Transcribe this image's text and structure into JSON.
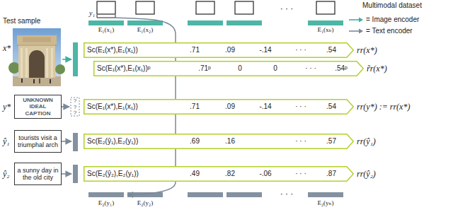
{
  "diagram": {
    "nodes": [
      {
        "text": [
          "Sᴄ(E₁(x*),E₁(x₁))",
          ".71",
          ".09",
          "-.14",
          "· · ·",
          ".54"
        ]
      },
      {
        "text": [
          "Sᴄ(E₁(x*),E₁(x₁))ᵖ",
          ".71ᵖ",
          "0",
          "0",
          "· · ·",
          ".54ᵖ"
        ]
      },
      {
        "text": [
          "UNKNOWN IDEAL CAPTION"
        ]
      },
      {
        "text": [
          "Sᴄ(E₁(x*),E₁(x₁))",
          ".71",
          ".09",
          "-.14",
          "· · ·",
          ".54"
        ]
      },
      {
        "text": [
          "tourists visit a triumphal arch"
        ]
      },
      {
        "text": [
          "Sᴄ(E₂(ŷ₁),E₂(y₁))",
          ".69",
          ".16",
          "· · ·",
          ".57"
        ]
      },
      {
        "text": [
          "a sunny day in the old city"
        ]
      },
      {
        "text": [
          "Sᴄ(E₂(ŷ₂),E₂(y₁))",
          ".49",
          ".82",
          "-.06",
          "· · ·",
          ".87"
        ]
      }
    ],
    "labels": [
      "Multimodal dataset",
      "y₁",
      "E₁(x₁)",
      "E₁(x₂)",
      "· · ·",
      "E₁(xₙ)",
      "Test sample",
      "x*",
      "y*",
      "?",
      "?",
      "?",
      "ŷ₁",
      "ŷ₂",
      "rr(x*)",
      "r̃r(x*)",
      "rr(y*) := rr(x*)",
      "rr(ŷ₁)",
      "rr(ŷ₂)",
      "E₂(y₁)",
      "E₂(y₂)",
      "· · ·",
      "E₂(yₙ)"
    ],
    "legend": [
      {
        "text": "= Image encoder"
      },
      {
        "text": "= Text encoder"
      }
    ]
  }
}
